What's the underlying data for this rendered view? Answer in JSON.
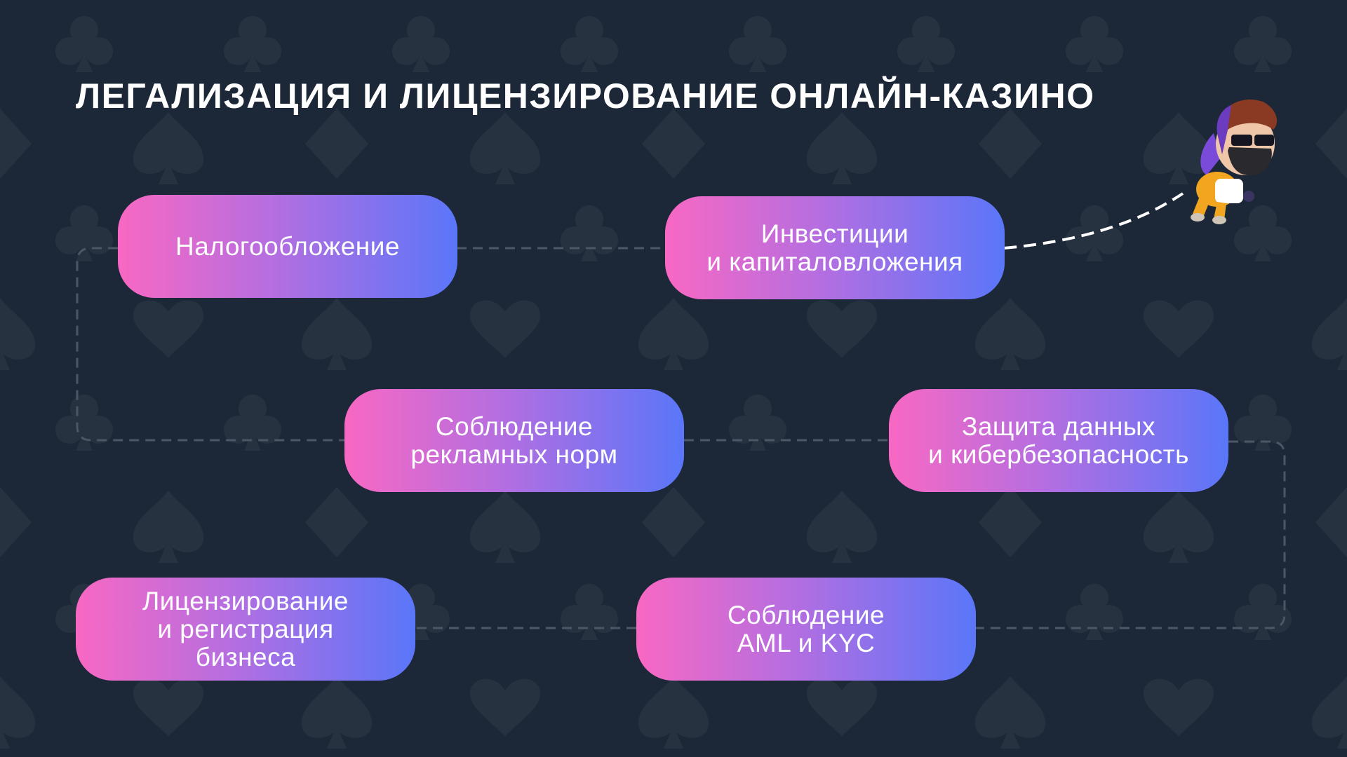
{
  "title": "ЛЕГАЛИЗАЦИЯ И ЛИЦЕНЗИРОВАНИЕ ОНЛАЙН-КАЗИНО",
  "steps": [
    {
      "label": "Налогообложение"
    },
    {
      "label": "Инвестиции\nи капиталовложения"
    },
    {
      "label": "Соблюдение\nрекламных норм"
    },
    {
      "label": "Защита данных\nи кибербезопасность"
    },
    {
      "label": "Лицензирование\nи регистрация\nбизнеса"
    },
    {
      "label": "Соблюдение\nAML и KYC"
    }
  ],
  "colors": {
    "background": "#1c2838",
    "suit": "#26323f",
    "gradient_start": "#f868c3",
    "gradient_end": "#5a76f9",
    "connector": "#4b5666"
  },
  "icons": {
    "background_pattern": "card-suits-pattern",
    "mascot": "jetpack-character"
  }
}
